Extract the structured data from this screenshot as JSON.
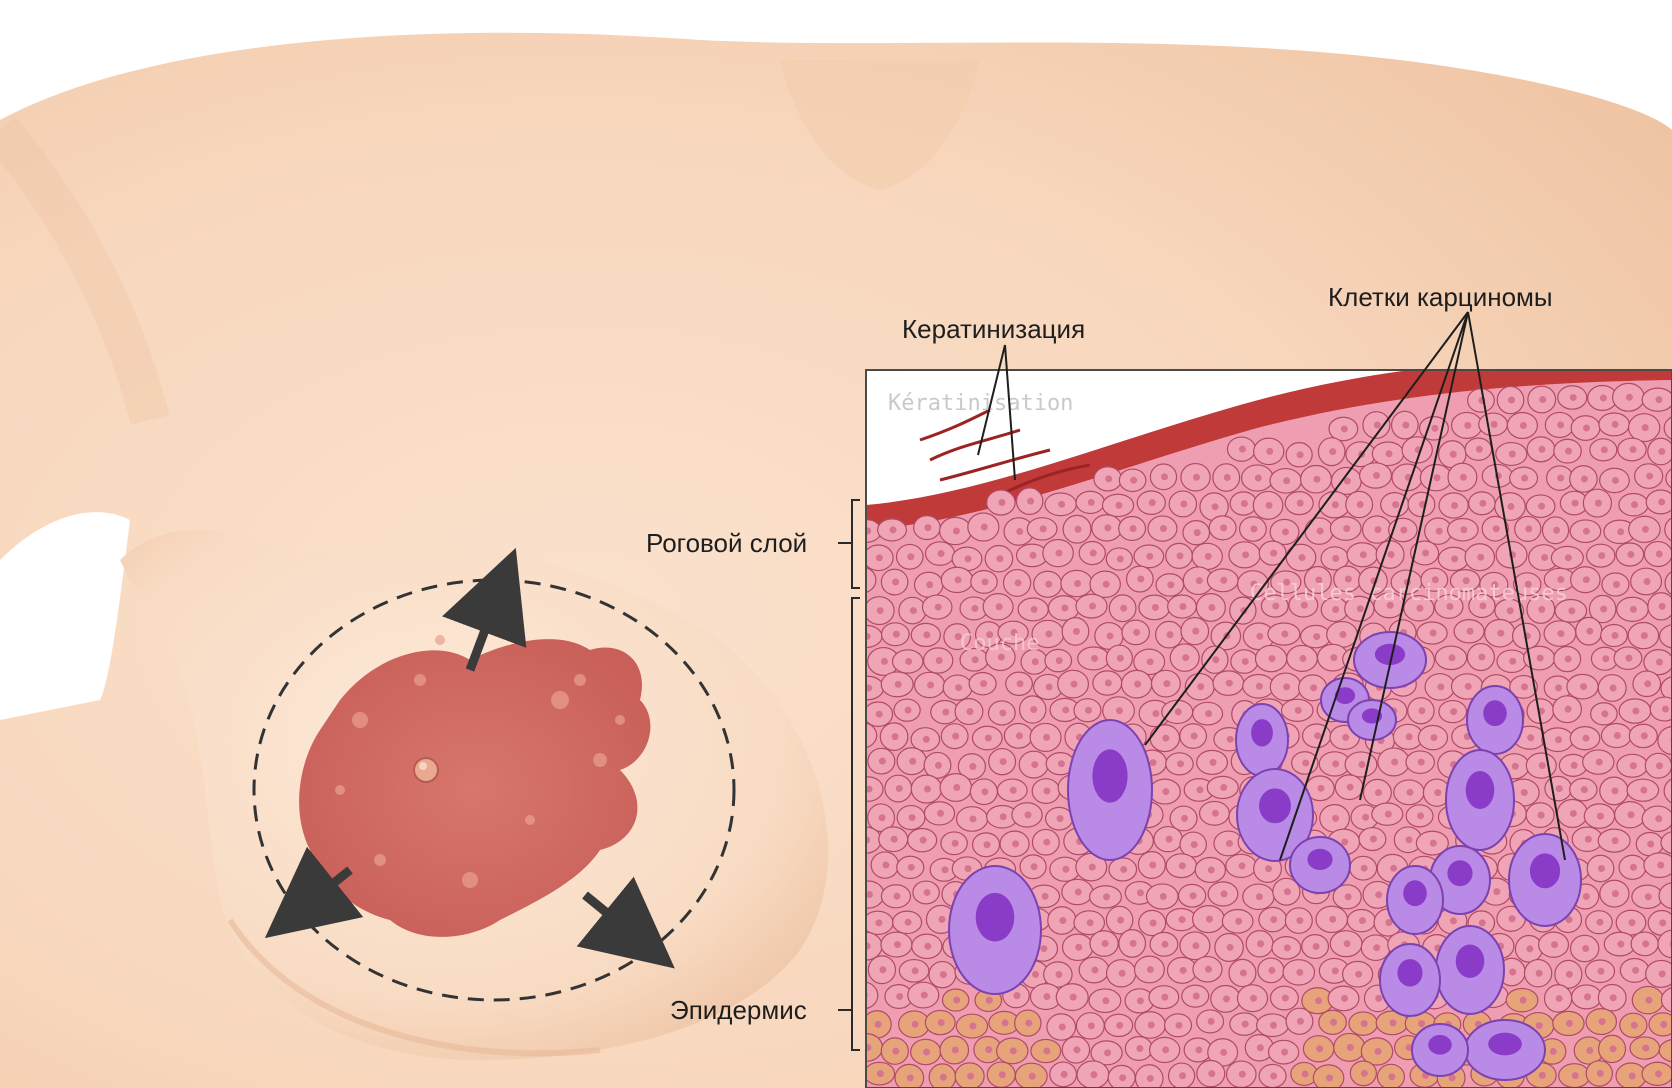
{
  "labels": {
    "keratinization": "Кератинизация",
    "carcinoma_cells": "Клетки карциномы",
    "stratum_corneum": "Роговой слой",
    "epidermis": "Эпидермис"
  },
  "faint_labels": {
    "keratinisation": "Kératinisation",
    "stratum": "Cellules carcinomateuses",
    "layer": "Couche"
  },
  "colors": {
    "skin": "#f9dcc4",
    "skin_shadow": "#eec3a2",
    "lesion": "#cf6a62",
    "cell_fill": "#f0a5b6",
    "cell_outline": "#b04a66",
    "carcinoma": "#b98ae6",
    "carcinoma_nucleus": "#8a3cc8",
    "keratin": "#b8322e"
  }
}
